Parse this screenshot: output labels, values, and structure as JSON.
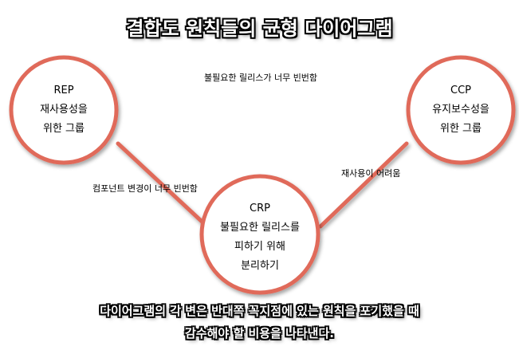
{
  "title": "결합도 원칙들의 균형 다이어그램",
  "colors": {
    "line": "#e06b5a",
    "circle_fill": "#ffffff",
    "text": "#000000",
    "title_text": "#ffffff"
  },
  "nodes": {
    "rep": {
      "name": "REP",
      "line1": "재사용성을",
      "line2": "위한 그룹"
    },
    "ccp": {
      "name": "CCP",
      "line1": "유지보수성을",
      "line2": "위한 그룹"
    },
    "crp": {
      "name": "CRP",
      "line1": "불필요한 릴리스를",
      "line2": "피하기 위해",
      "line3": "분리하기"
    }
  },
  "edges": {
    "rep_ccp": "불필요한 릴리스가 너무 빈번함",
    "rep_crp": "컴포넌트 변경이 너무 빈번함",
    "ccp_crp": "재사용이 어려움"
  },
  "caption": {
    "line1": "다이어그램의 각 변은 반대쪽 꼭지점에 있는 원칙을 포기했을 때",
    "line2": "감수해야 할 비용을 나타낸다."
  }
}
